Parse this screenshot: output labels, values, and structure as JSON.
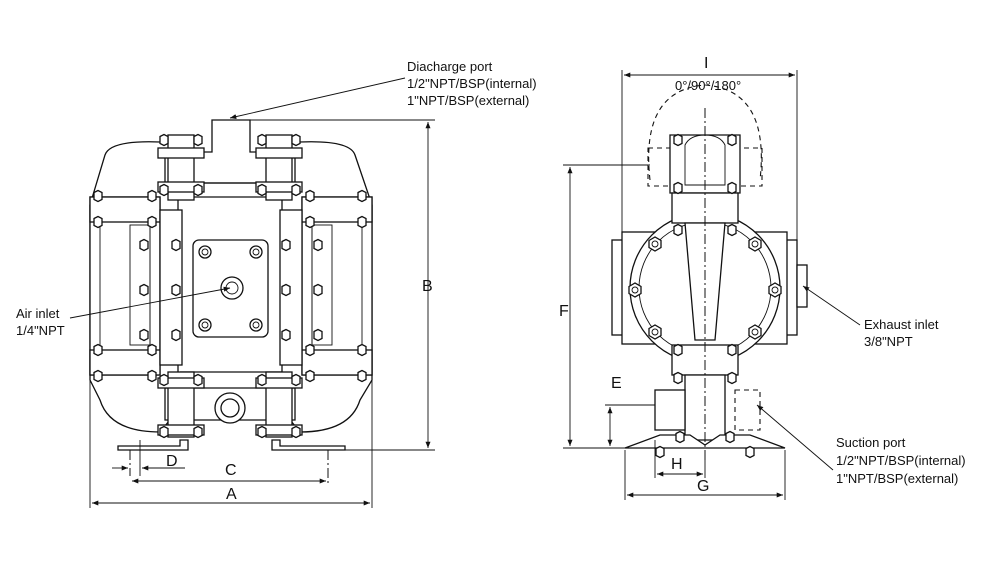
{
  "callouts": {
    "discharge_port": {
      "title": "Diacharge port",
      "line1": "1/2\"NPT/BSP(internal)",
      "line2": "1\"NPT/BSP(external)"
    },
    "air_inlet": {
      "title": "Air inlet",
      "line1": "1/4\"NPT"
    },
    "exhaust_inlet": {
      "title": "Exhaust inlet",
      "line1": "3/8\"NPT"
    },
    "suction_port": {
      "title": "Suction port",
      "line1": "1/2\"NPT/BSP(internal)",
      "line2": "1\"NPT/BSP(external)"
    }
  },
  "rotation_label": "0°/90°/180°",
  "dimensions": {
    "A": "A",
    "B": "B",
    "C": "C",
    "D": "D",
    "E": "E",
    "F": "F",
    "G": "G",
    "H": "H",
    "I": "I"
  }
}
